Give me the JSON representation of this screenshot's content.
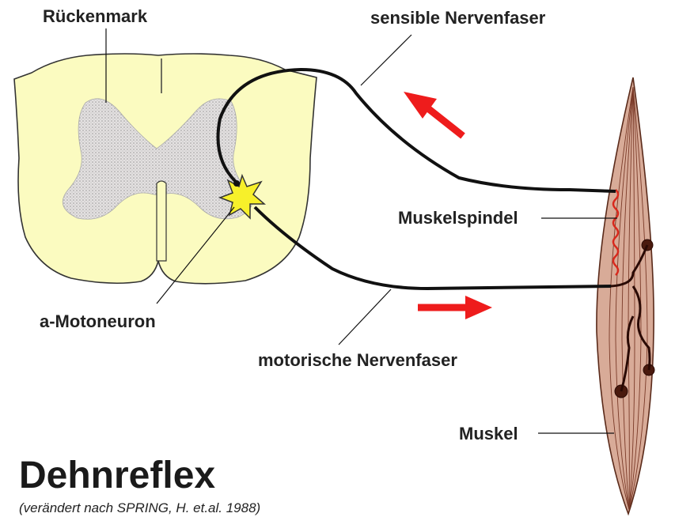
{
  "labels": {
    "rueckenmark": "Rückenmark",
    "sensible": "sensible Nervenfaser",
    "muskelspindel": "Muskelspindel",
    "motoneuron": "a-Motoneuron",
    "motorische": "motorische Nervenfaser",
    "muskel": "Muskel"
  },
  "title": "Dehnreflex",
  "credit": "(verändert nach SPRING, H. et.al. 1988)",
  "colors": {
    "cord": "#fbfbc0",
    "grey_matter": "#d9d6d6",
    "muscle": "#d8ab98",
    "arrow": "#ee1c1c",
    "neuron": "#f7f02a",
    "nerve": "#111111",
    "spindle": "#d8281c"
  }
}
